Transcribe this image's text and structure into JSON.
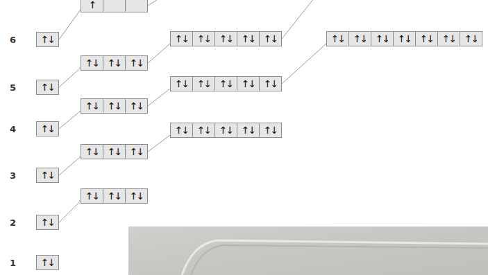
{
  "diagram": {
    "nodes": [
      {
        "text": [
          "↑"
        ]
      },
      {
        "text": [
          "↑↓"
        ]
      },
      {
        "text": [
          "↑↓"
        ]
      },
      {
        "text": [
          "↑↓"
        ]
      },
      {
        "text": [
          "↑↓"
        ]
      },
      {
        "text": [
          "↑↓"
        ]
      },
      {
        "text": [
          "↑↓"
        ]
      },
      {
        "text": [
          "↑↓"
        ]
      },
      {
        "text": [
          "↑↓"
        ]
      },
      {
        "text": [
          "↑↓"
        ]
      },
      {
        "text": [
          "↑↓"
        ]
      },
      {
        "text": [
          "↑↓"
        ]
      },
      {
        "text": [
          "↑↓"
        ]
      },
      {
        "text": [
          "↑↓"
        ]
      },
      {
        "text": [
          "↑↓"
        ]
      },
      {
        "text": [
          "↑↓"
        ]
      },
      {
        "text": [
          "↑↓"
        ]
      },
      {
        "text": [
          "↑↓"
        ]
      },
      {
        "text": [
          "↑↓"
        ]
      },
      {
        "text": [
          "↑↓"
        ]
      },
      {
        "text": [
          "↑↓"
        ]
      },
      {
        "text": [
          "↑↓"
        ]
      },
      {
        "text": [
          "↑↓"
        ]
      },
      {
        "text": [
          "↑↓"
        ]
      },
      {
        "text": [
          "↑↓"
        ]
      },
      {
        "text": [
          "↑↓"
        ]
      },
      {
        "text": [
          "↑↓"
        ]
      },
      {
        "text": [
          "↑↓"
        ]
      },
      {
        "text": [
          "↑↓"
        ]
      },
      {
        "text": [
          "↑↓"
        ]
      },
      {
        "text": [
          "↑↓"
        ]
      },
      {
        "text": [
          "↑↓"
        ]
      },
      {
        "text": [
          "↑↓"
        ]
      },
      {
        "text": [
          "↑↓"
        ]
      },
      {
        "text": [
          "↑↓"
        ]
      },
      {
        "text": [
          "↑↓"
        ]
      },
      {
        "text": [
          "↑↓"
        ]
      },
      {
        "text": [
          "↑↓"
        ]
      },
      {
        "text": [
          "↑↓"
        ]
      },
      {
        "text": [
          "↑↓"
        ]
      },
      {
        "text": [
          "↑↓"
        ]
      }
    ],
    "edges": [
      {
        "from": 39,
        "to": 36,
        "arrow": "none"
      },
      {
        "from": 35,
        "to": 32,
        "arrow": "none"
      },
      {
        "from": 31,
        "to": 23,
        "arrow": "none"
      },
      {
        "from": 22,
        "to": 14,
        "arrow": "none"
      },
      {
        "from": 13,
        "to": 0,
        "arrow": "none"
      },
      {
        "from": 34,
        "to": 26,
        "arrow": "none"
      },
      {
        "from": 25,
        "to": 17,
        "arrow": "none"
      },
      {
        "from": 16,
        "to": 1,
        "arrow": "none"
      },
      {
        "from": 21,
        "to": 6,
        "arrow": "none"
      }
    ],
    "labels": [
      "6",
      "5",
      "4",
      "3",
      "2",
      "1"
    ]
  }
}
